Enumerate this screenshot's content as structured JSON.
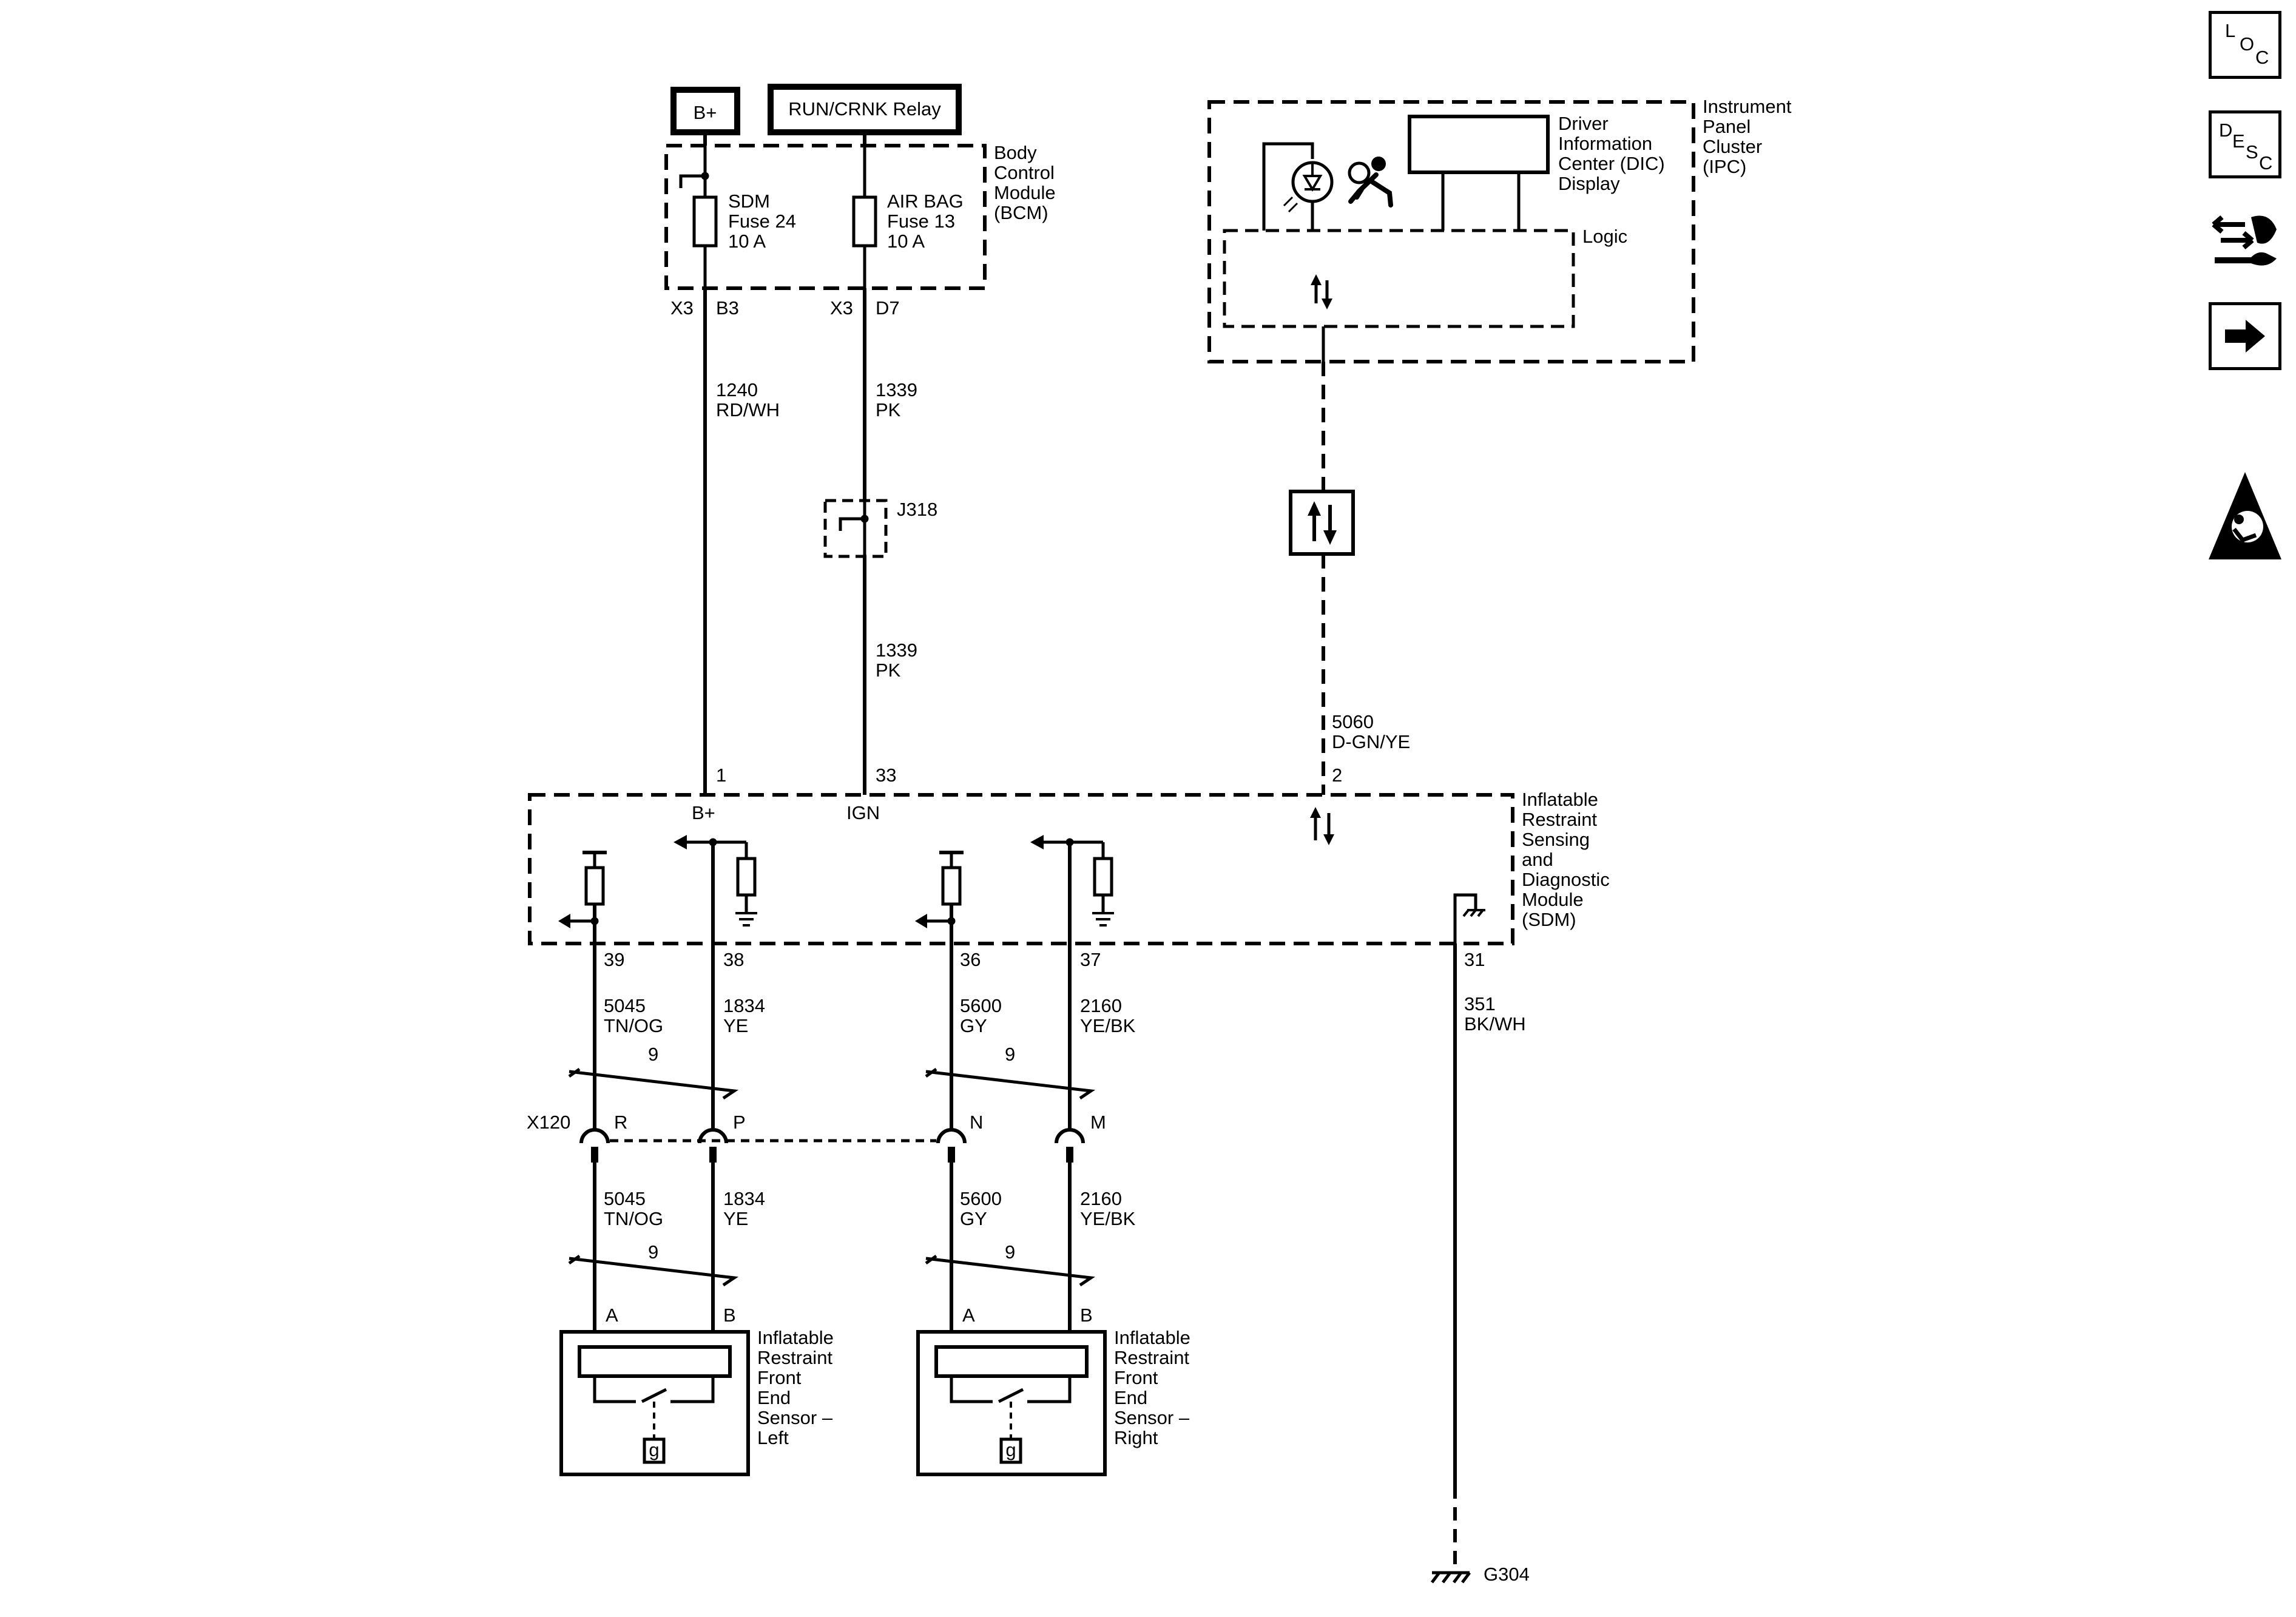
{
  "power": {
    "bplus_label": "B+",
    "relay_label": "RUN/CRNK Relay"
  },
  "bcm": {
    "title_lines": [
      "Body",
      "Control",
      "Module",
      "(BCM)"
    ],
    "fuse_sdm_lines": [
      "SDM",
      "Fuse 24",
      "10 A"
    ],
    "fuse_airbag_lines": [
      "AIR BAG",
      "Fuse 13",
      "10 A"
    ],
    "pin_b3_conn": "X3",
    "pin_b3": "B3",
    "pin_d7_conn": "X3",
    "pin_d7": "D7"
  },
  "ipc": {
    "title_lines": [
      "Instrument",
      "Panel",
      "Cluster",
      "(IPC)"
    ],
    "dic_lines": [
      "Driver",
      "Information",
      "Center (DIC)",
      "Display"
    ],
    "logic_label": "Logic"
  },
  "wires": {
    "w1240_num": "1240",
    "w1240_color": "RD/WH",
    "w1339_num": "1339",
    "w1339_color": "PK",
    "w1339b_num": "1339",
    "w1339b_color": "PK",
    "w5060_num": "5060",
    "w5060_color": "D-GN/YE",
    "w351_num": "351",
    "w351_color": "BK/WH",
    "w5045_num": "5045",
    "w5045_color": "TN/OG",
    "w1834_num": "1834",
    "w1834_color": "YE",
    "w5600_num": "5600",
    "w5600_color": "GY",
    "w2160_num": "2160",
    "w2160_color": "YE/BK",
    "w5045b_num": "5045",
    "w5045b_color": "TN/OG",
    "w1834b_num": "1834",
    "w1834b_color": "YE",
    "w5600b_num": "5600",
    "w5600b_color": "GY",
    "w2160b_num": "2160",
    "w2160b_color": "YE/BK",
    "twist_a": "9",
    "twist_b": "9",
    "twist_c": "9",
    "twist_d": "9"
  },
  "splice": {
    "label": "J318"
  },
  "sdm": {
    "title_lines": [
      "Inflatable",
      "Restraint",
      "Sensing",
      "and",
      "Diagnostic",
      "Module",
      "(SDM)"
    ],
    "pin1": "1",
    "pin1_label": "B+",
    "pin33": "33",
    "pin33_label": "IGN",
    "pin2": "2",
    "pin39": "39",
    "pin38": "38",
    "pin36": "36",
    "pin37": "37",
    "pin31": "31"
  },
  "connector_x120": {
    "name": "X120",
    "pin_r": "R",
    "pin_p": "P",
    "pin_n": "N",
    "pin_m": "M"
  },
  "sensor_left": {
    "title_lines": [
      "Inflatable",
      "Restraint",
      "Front",
      "End",
      "Sensor –",
      "Left"
    ],
    "pin_a": "A",
    "pin_b": "B",
    "g": "g"
  },
  "sensor_right": {
    "title_lines": [
      "Inflatable",
      "Restraint",
      "Front",
      "End",
      "Sensor –",
      "Right"
    ],
    "pin_a": "A",
    "pin_b": "B",
    "g": "g"
  },
  "ground": {
    "label": "G304"
  },
  "sidebar": {
    "loc_l": "L",
    "loc_o": "O",
    "loc_c": "C",
    "desc_d": "D",
    "desc_e": "E",
    "desc_s": "S",
    "desc_c": "C"
  }
}
